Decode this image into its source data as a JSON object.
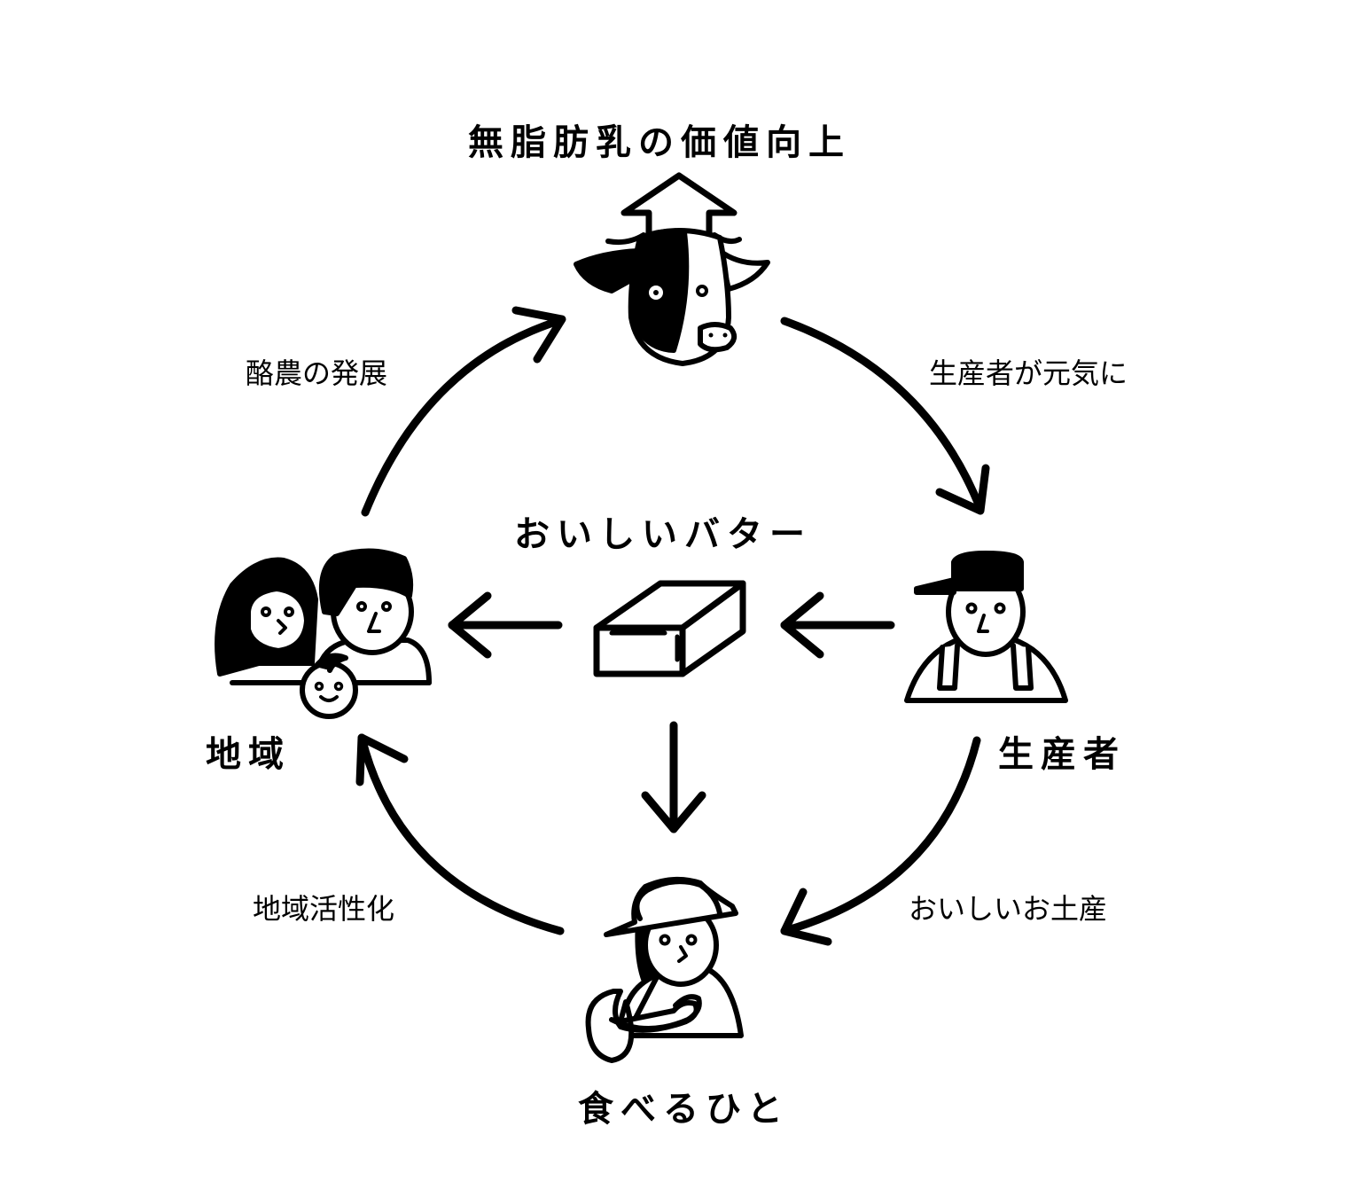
{
  "title": "無脂肪乳の価値向上",
  "center": {
    "label": "おいしいバター",
    "icon": "butter-icon"
  },
  "nodes": {
    "cow": {
      "icon": "cow-icon"
    },
    "producer": {
      "label": "生産者",
      "icon": "farmer-icon"
    },
    "eater": {
      "label": "食べるひと",
      "icon": "eater-icon"
    },
    "region": {
      "label": "地域",
      "icon": "family-icon"
    }
  },
  "edges": {
    "cow_to_producer": "生産者が元気に",
    "producer_to_eater": "おいしいお土産",
    "eater_to_region": "地域活性化",
    "region_to_cow": "酪農の発展"
  },
  "colors": {
    "ink": "#000000",
    "background": "#ffffff"
  }
}
